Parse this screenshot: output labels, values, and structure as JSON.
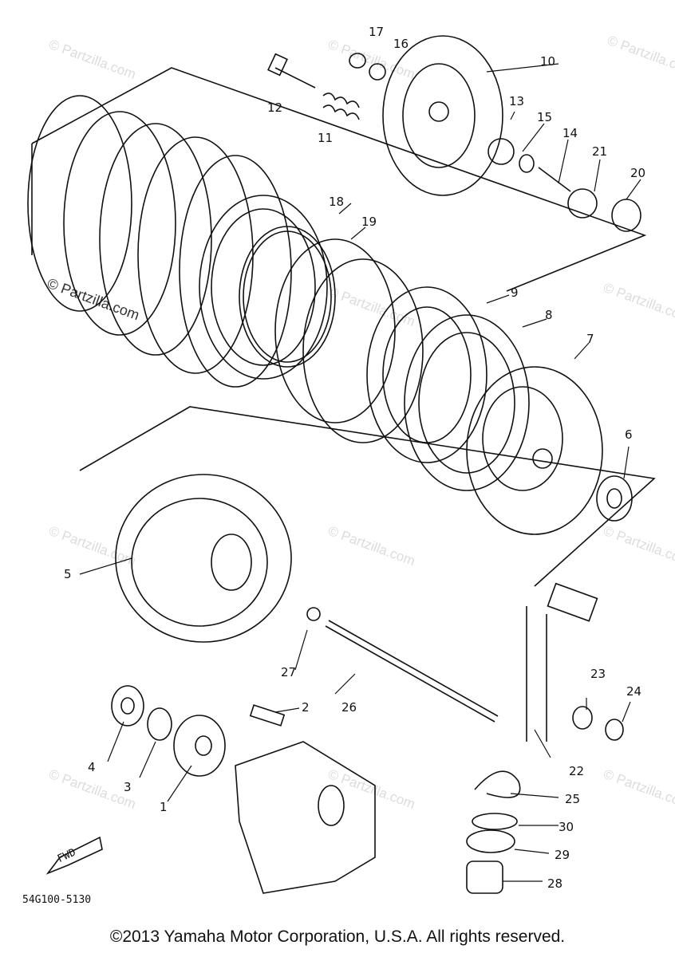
{
  "diagram": {
    "part_number_code": "54G100-5130",
    "fwd_label": "FWD",
    "watermark": "© Partzilla.com",
    "copyright": "©2013 Yamaha Motor Corporation, U.S.A. All rights reserved.",
    "callouts": [
      "1",
      "2",
      "3",
      "4",
      "5",
      "6",
      "7",
      "8",
      "9",
      "10",
      "11",
      "12",
      "13",
      "14",
      "15",
      "16",
      "17",
      "18",
      "19",
      "20",
      "21",
      "22",
      "23",
      "24",
      "25",
      "27",
      "26",
      "28",
      "29",
      "30"
    ]
  }
}
